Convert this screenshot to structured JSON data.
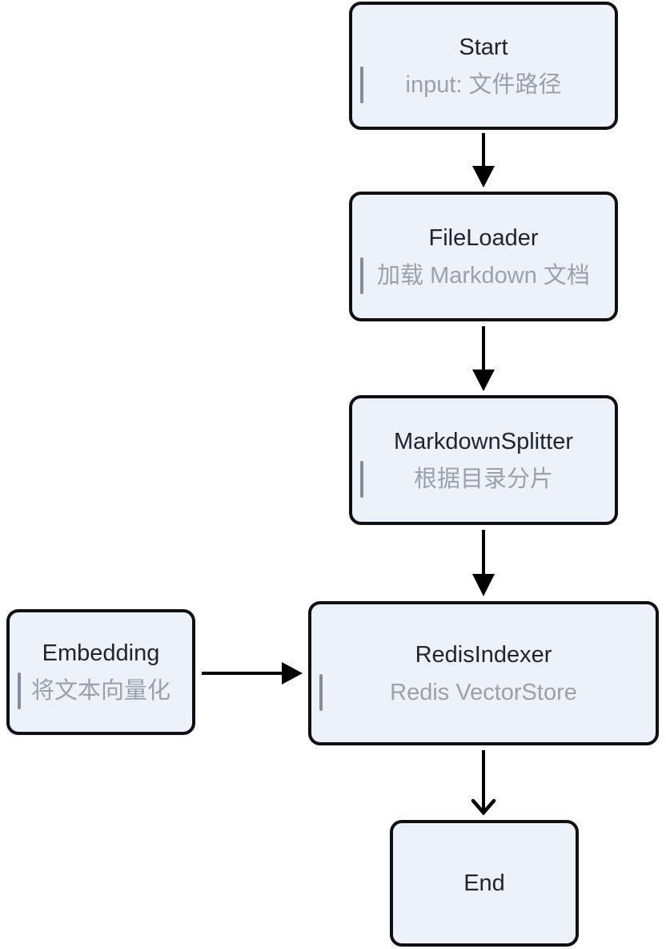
{
  "diagram": {
    "type": "flowchart",
    "nodes": [
      {
        "id": "start",
        "title": "Start",
        "subtitle": "input: 文件路径"
      },
      {
        "id": "file_loader",
        "title": "FileLoader",
        "subtitle": "加载 Markdown 文档"
      },
      {
        "id": "markdown_splitter",
        "title": "MarkdownSplitter",
        "subtitle": "根据目录分片"
      },
      {
        "id": "embedding",
        "title": "Embedding",
        "subtitle": "将文本向量化"
      },
      {
        "id": "redis_indexer",
        "title": "RedisIndexer",
        "subtitle": "Redis VectorStore"
      },
      {
        "id": "end",
        "title": "End",
        "subtitle": ""
      }
    ],
    "edges": [
      {
        "from": "start",
        "to": "file_loader",
        "arrowhead": "solid"
      },
      {
        "from": "file_loader",
        "to": "markdown_splitter",
        "arrowhead": "solid"
      },
      {
        "from": "markdown_splitter",
        "to": "redis_indexer",
        "arrowhead": "solid"
      },
      {
        "from": "embedding",
        "to": "redis_indexer",
        "arrowhead": "solid"
      },
      {
        "from": "redis_indexer",
        "to": "end",
        "arrowhead": "open"
      }
    ],
    "colors": {
      "background": "#ffffff",
      "node_fill": "#edf1f9",
      "node_border": "#101014",
      "title_text": "#1e2430",
      "subtitle_text": "#9aa1ad",
      "accent_bar": "#868c98",
      "arrow": "#000000"
    }
  }
}
